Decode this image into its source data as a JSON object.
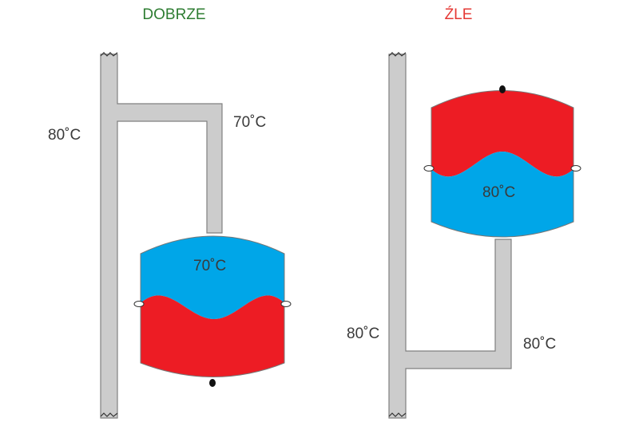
{
  "panels": {
    "good": {
      "heading": "DOBRZE",
      "heading_color": "#2e7d32",
      "pipe_temp": "80˚C",
      "branch_temp": "70˚C",
      "tank_temp": "70˚C"
    },
    "bad": {
      "heading": "ŹLE",
      "heading_color": "#e53935",
      "tank_temp": "80˚C",
      "pipe_temp": "80˚C",
      "branch_temp": "80˚C"
    }
  },
  "colors": {
    "hot_water": "#ed1c24",
    "cold_water": "#00a6e8",
    "pipe_fill": "#cccccc",
    "pipe_outline": "#808080"
  }
}
